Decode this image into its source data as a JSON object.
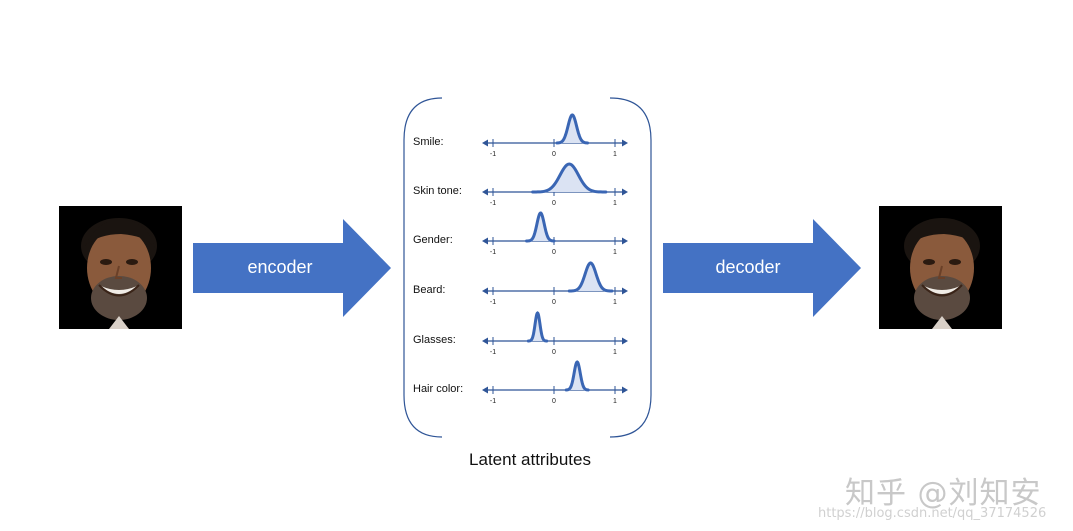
{
  "encoder": {
    "label": "encoder"
  },
  "decoder": {
    "label": "decoder"
  },
  "caption": "Latent attributes",
  "attributes": [
    {
      "name": "Smile:",
      "mean": 0.3,
      "sd": 0.07,
      "height": 28,
      "range": [
        0.05,
        0.55
      ]
    },
    {
      "name": "Skin tone:",
      "mean": 0.25,
      "sd": 0.15,
      "height": 28,
      "range": [
        -0.35,
        0.85
      ]
    },
    {
      "name": "Gender:",
      "mean": -0.22,
      "sd": 0.06,
      "height": 28,
      "range": [
        -0.45,
        0.0
      ]
    },
    {
      "name": "Beard:",
      "mean": 0.6,
      "sd": 0.09,
      "height": 28,
      "range": [
        0.25,
        0.95
      ]
    },
    {
      "name": "Glasses:",
      "mean": -0.27,
      "sd": 0.04,
      "height": 28,
      "range": [
        -0.42,
        -0.12
      ]
    },
    {
      "name": "Hair color:",
      "mean": 0.38,
      "sd": 0.05,
      "height": 28,
      "range": [
        0.2,
        0.56
      ]
    }
  ],
  "ticks": {
    "left": "-1",
    "mid": "0",
    "right": "1"
  },
  "colors": {
    "arrow": "#4472c4",
    "curve": "#3a66b4",
    "fill": "#dbe3f3",
    "axis": "#2f5597"
  },
  "watermark": {
    "text": "知乎 @刘知安",
    "url": "https://blog.csdn.net/qq_37174526"
  }
}
